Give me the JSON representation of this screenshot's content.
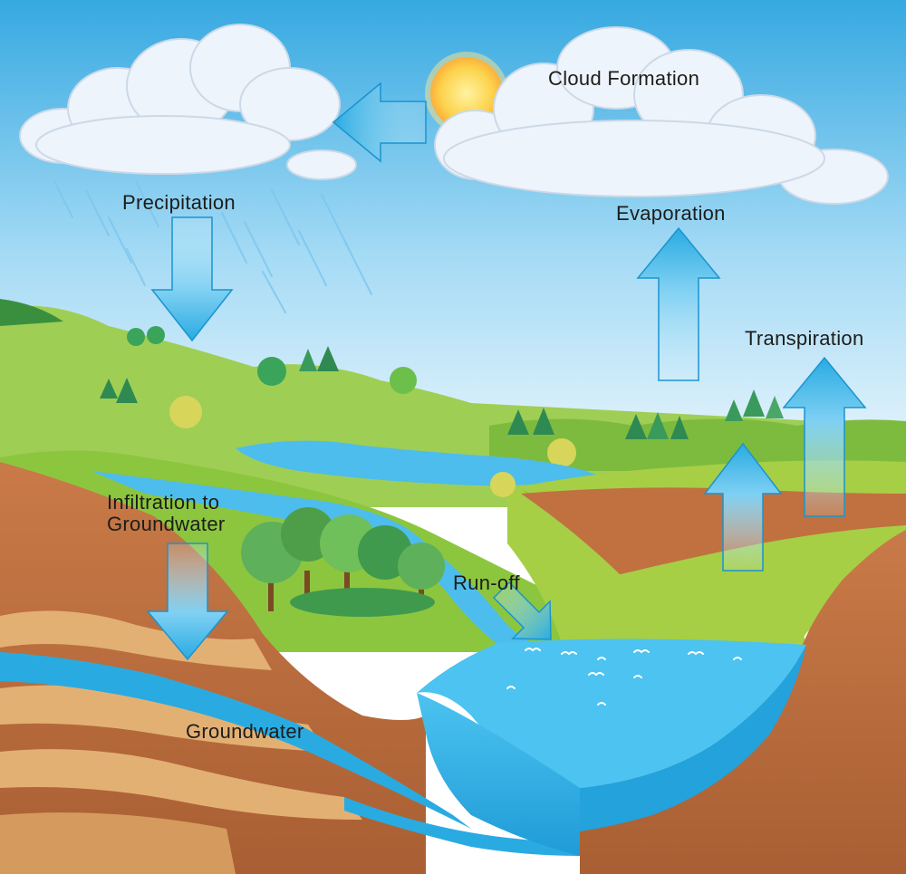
{
  "labels": {
    "cloud_formation": "Cloud Formation",
    "precipitation": "Precipitation",
    "evaporation": "Evaporation",
    "transpiration": "Transpiration",
    "infiltration_line1": "Infiltration to",
    "infiltration_line2": "Groundwater",
    "runoff": "Run-off",
    "groundwater": "Groundwater"
  },
  "colors": {
    "sky_top": "#36a9e1",
    "sky_bottom": "#eaf6fd",
    "grass": "#8cc63f",
    "soil": "#c1713f",
    "water": "#29abe2",
    "sun": "#fbb03b"
  }
}
